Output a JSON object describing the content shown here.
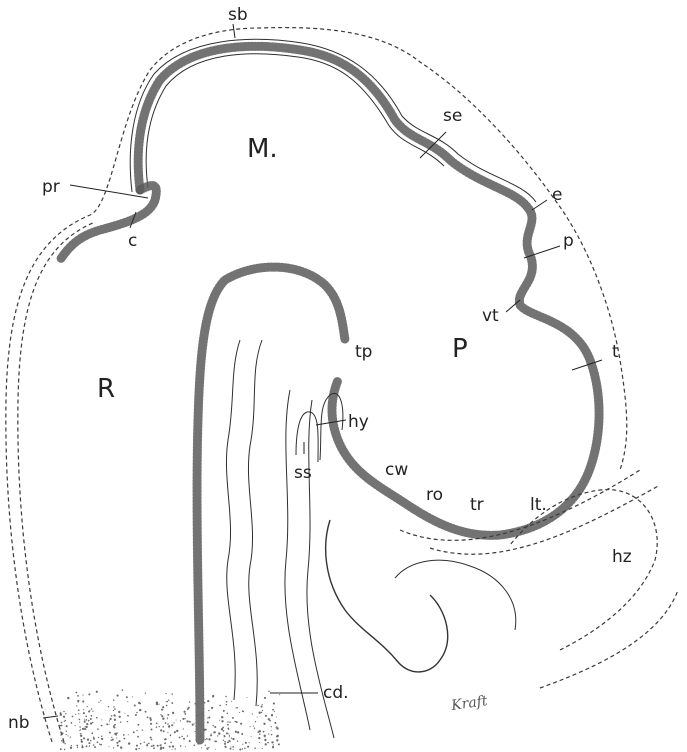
{
  "regions": {
    "M": "M.",
    "P": "P",
    "R": "R"
  },
  "labels": {
    "sb": "sb",
    "se": "se",
    "e": "e",
    "p": "p",
    "pr": "pr",
    "c": "c",
    "vt": "vt",
    "t": "t",
    "tp": "tp",
    "hy": "hy",
    "ss": "ss",
    "cw": "cw",
    "ro": "ro",
    "tr": "tr",
    "lt": "lt.",
    "hz": "hz",
    "cd": "cd.",
    "nb": "nb"
  },
  "signature": "Kraft",
  "colors": {
    "ink": "#222222",
    "stipple": "#6a6a6a",
    "background": "#ffffff"
  }
}
